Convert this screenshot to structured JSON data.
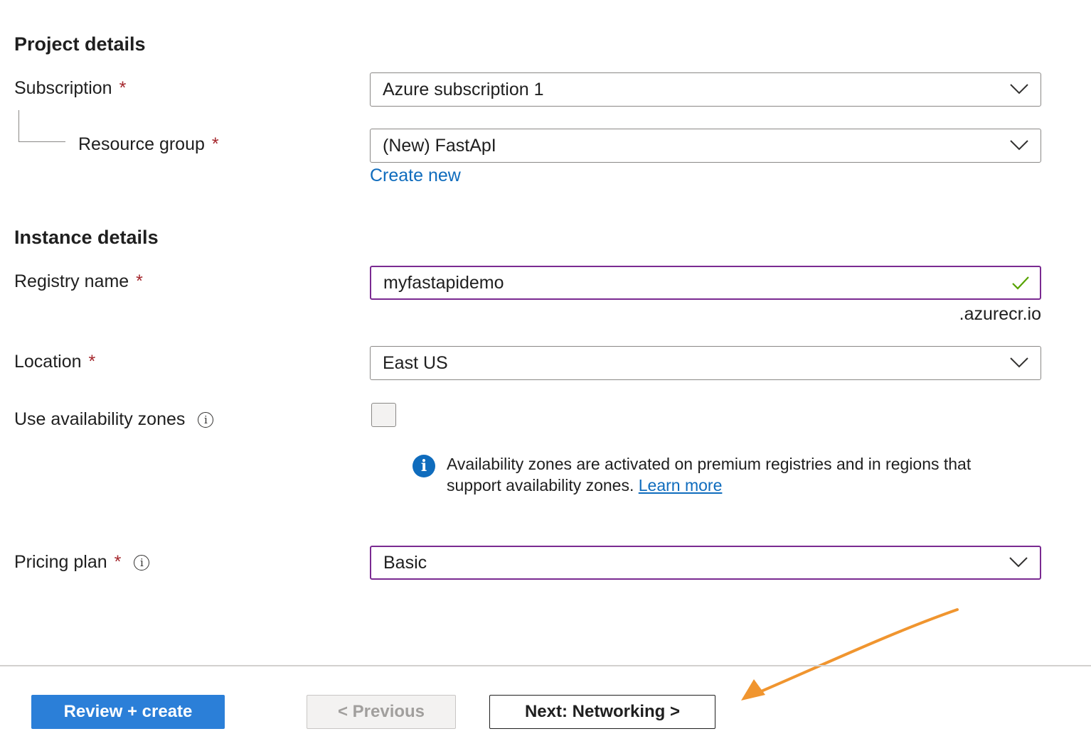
{
  "project_details": {
    "title": "Project details",
    "subscription": {
      "label": "Subscription",
      "required_mark": "*",
      "value": "Azure subscription 1"
    },
    "resource_group": {
      "label": "Resource group",
      "required_mark": "*",
      "value": "(New) FastApI",
      "create_new_link": "Create new"
    }
  },
  "instance_details": {
    "title": "Instance details",
    "registry_name": {
      "label": "Registry name",
      "required_mark": "*",
      "value": "myfastapidemo",
      "suffix": ".azurecr.io",
      "valid": true
    },
    "location": {
      "label": "Location",
      "required_mark": "*",
      "value": "East US"
    },
    "availability_zones": {
      "label": "Use availability zones",
      "info_icon": "i",
      "checked": false,
      "info_message": "Availability zones are activated on premium registries and in regions that support availability zones.",
      "learn_more_link": "Learn more"
    },
    "pricing_plan": {
      "label": "Pricing plan",
      "required_mark": "*",
      "info_icon": "i",
      "value": "Basic"
    }
  },
  "footer": {
    "review_create_label": "Review + create",
    "previous_label": "< Previous",
    "next_label": "Next: Networking >"
  },
  "icons": {
    "dropdown": "chevron-down-icon",
    "valid": "checkmark-icon",
    "info": "info-icon",
    "annotation": "arrow-annotation"
  },
  "colors": {
    "primary_button": "#2b7fd8",
    "link": "#0f6cbd",
    "required": "#a4262c",
    "focus_border": "#7a2a91",
    "valid_check": "#57a300",
    "annotation_arrow": "#f0952f"
  }
}
